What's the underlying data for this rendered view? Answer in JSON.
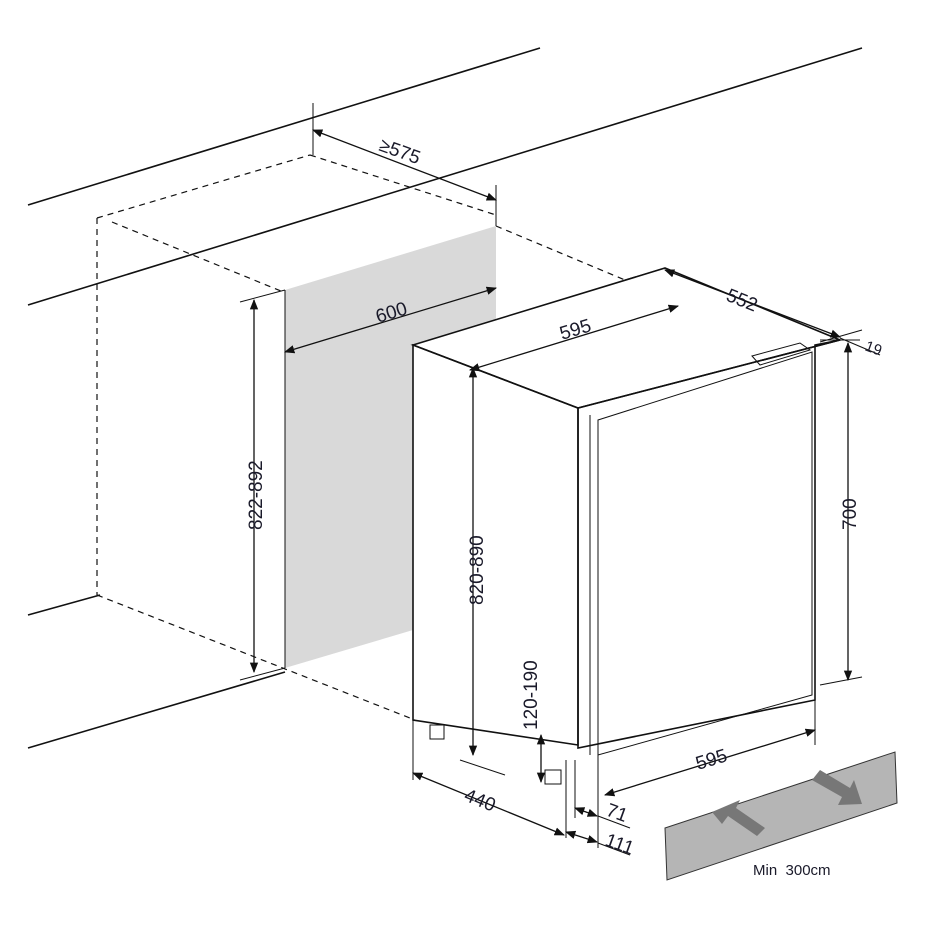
{
  "dimensions": {
    "niche_depth": "≥575",
    "niche_width": "600",
    "niche_height": "822-892",
    "appliance_width": "595",
    "appliance_depth": "552",
    "door_thickness": "19",
    "appliance_height": "820-890",
    "door_height": "700",
    "plinth_height": "120-190",
    "door_width": "595",
    "side_depth": "440",
    "offset_small": "71",
    "offset_large": "111"
  },
  "ventilation_note": "Min  300cm",
  "colors": {
    "panel_gray": "#d9d9d9",
    "door_gray": "#b8b8b8",
    "arrow_gray": "#777777"
  }
}
